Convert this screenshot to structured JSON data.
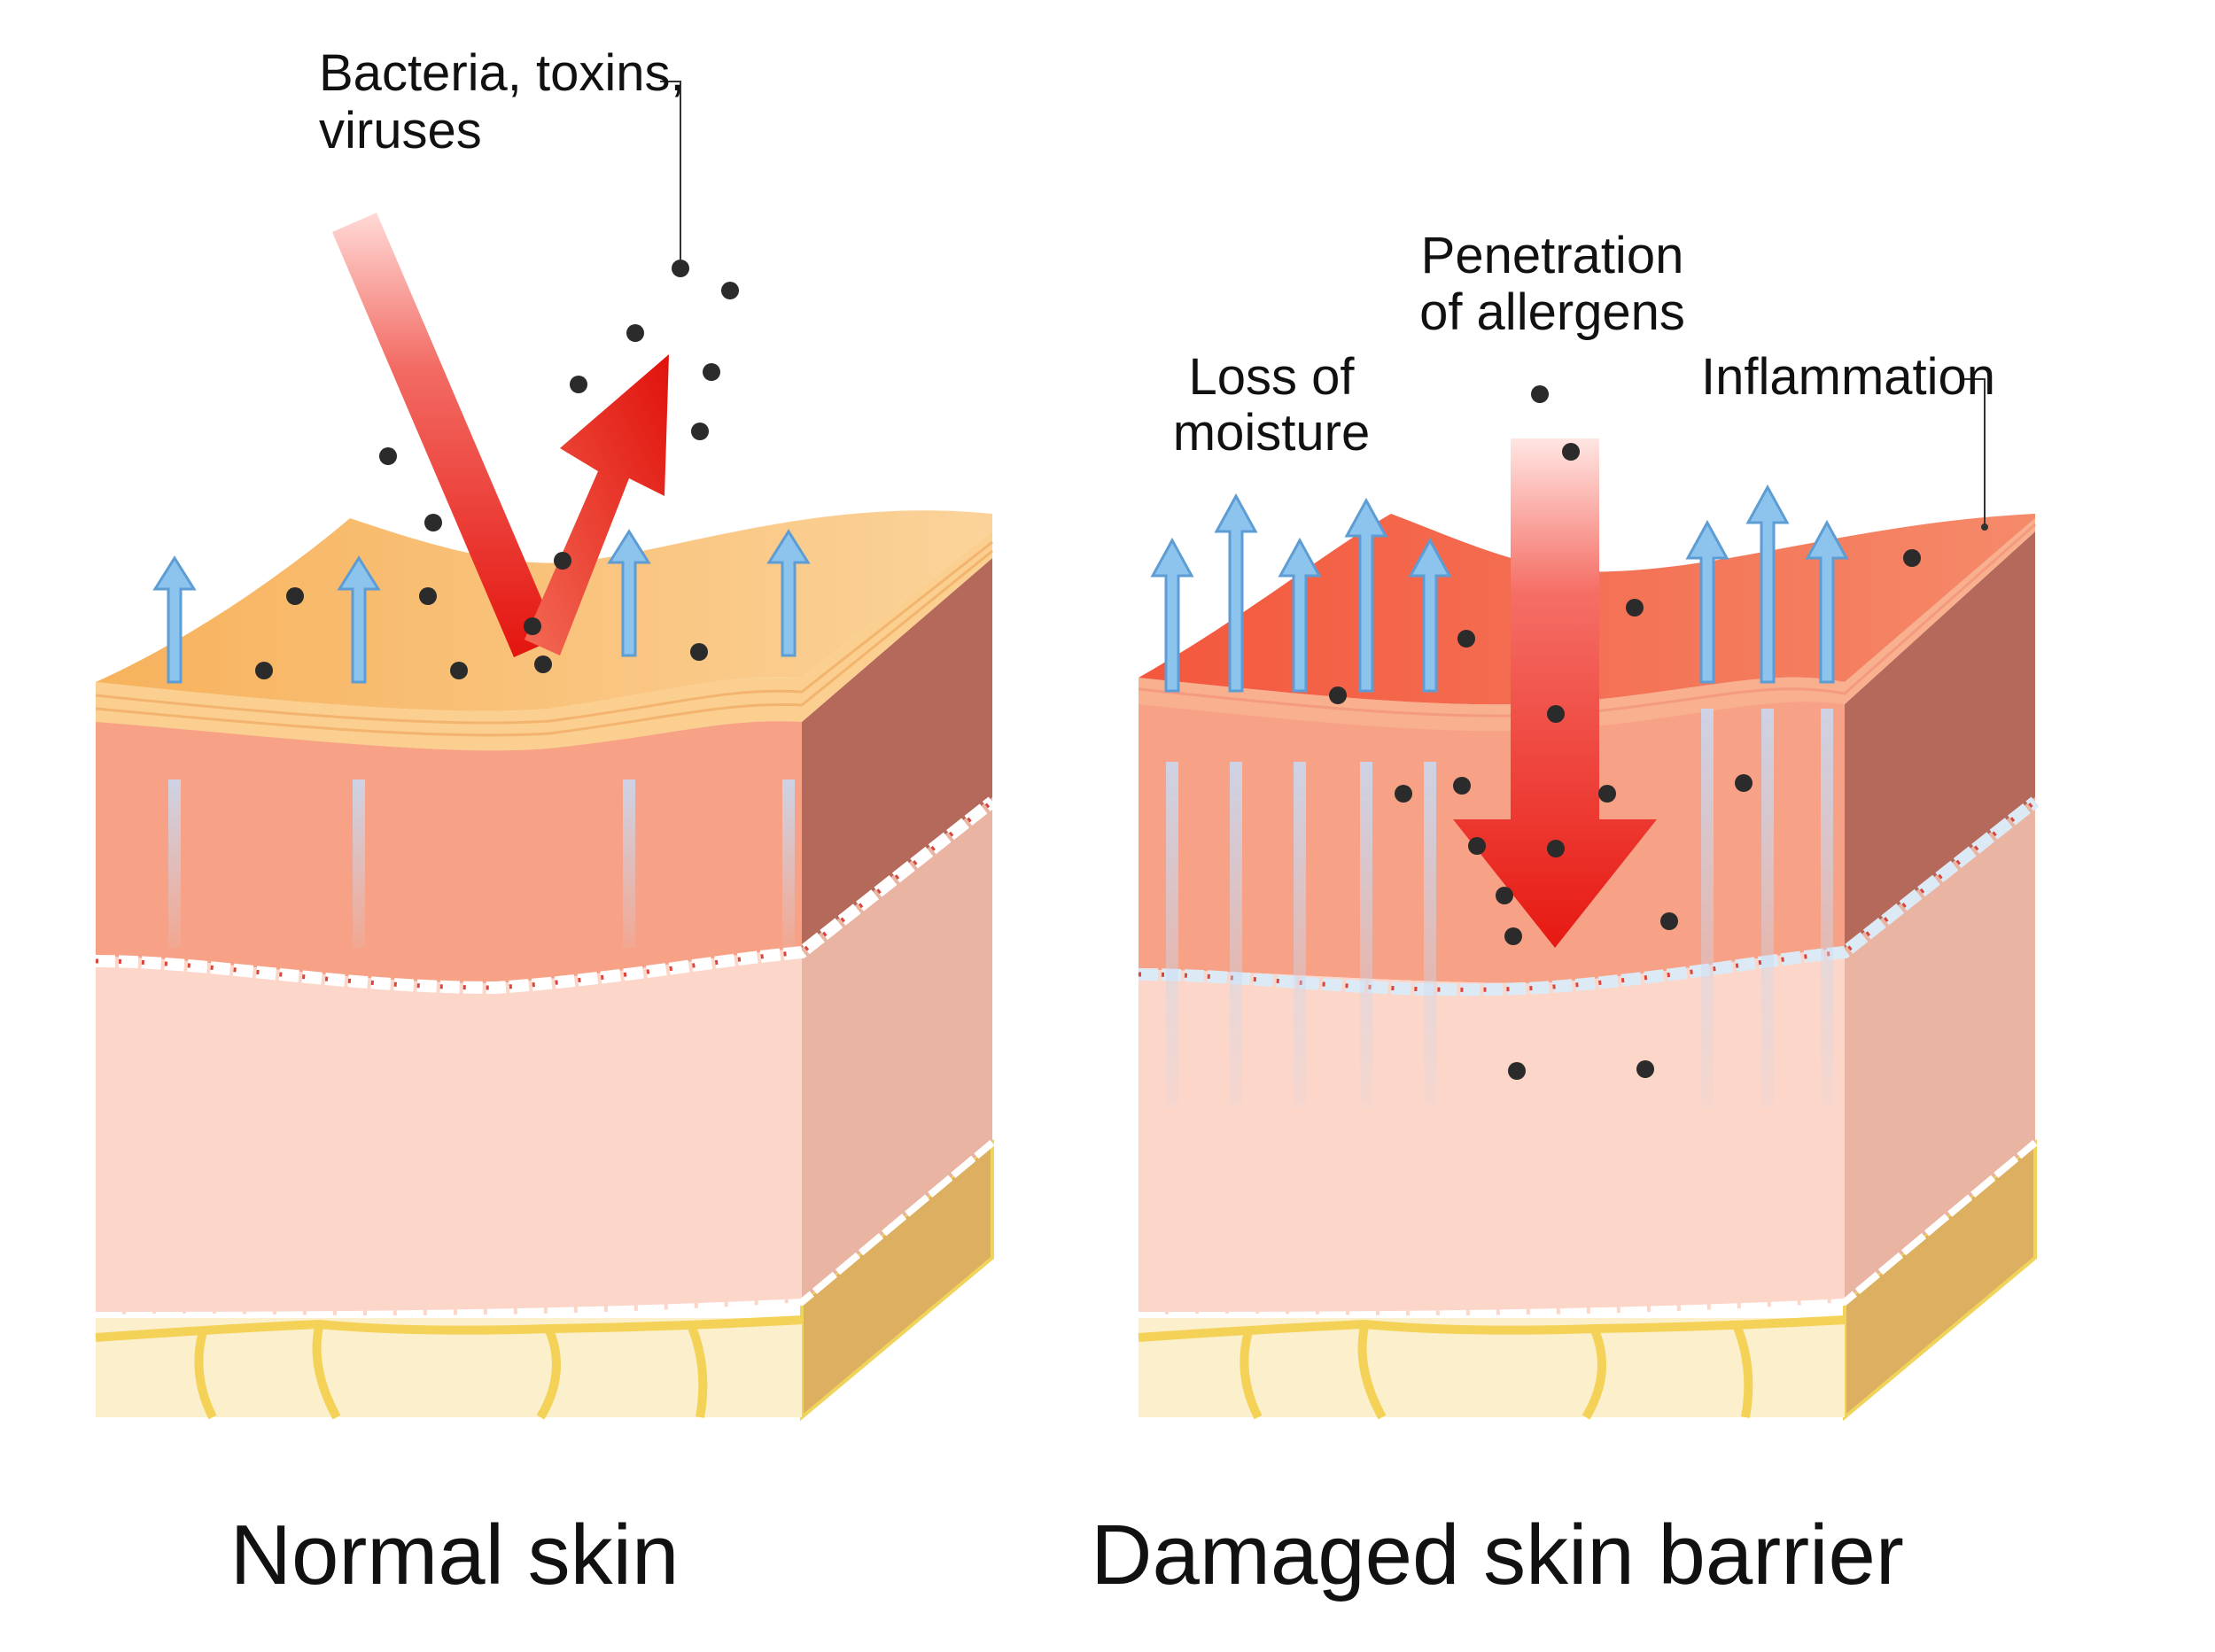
{
  "labels": {
    "bacteria_line1": "Bacteria, toxins,",
    "bacteria_line2": "viruses",
    "penetration_line1": "Penetration",
    "penetration_line2": "of allergens",
    "loss_line1": "Loss of",
    "loss_line2": "moisture",
    "inflammation": "Inflammation",
    "normal_caption": "Normal skin",
    "damaged_caption": "Damaged skin barrier"
  },
  "colors": {
    "normal_surface": "#f9c07a",
    "damaged_surface": "#f1644a",
    "epidermis": "#f7a286",
    "dermis": "#fbd6c9",
    "side_epidermis": "#b86c58",
    "side_dermis": "#eab4a3",
    "fat": "#fbefcc",
    "fat_outline": "#f4d257",
    "moisture_arrow": "#8cc4ee",
    "red_arrow": "#e8211c",
    "particle": "#2b2b2b"
  }
}
